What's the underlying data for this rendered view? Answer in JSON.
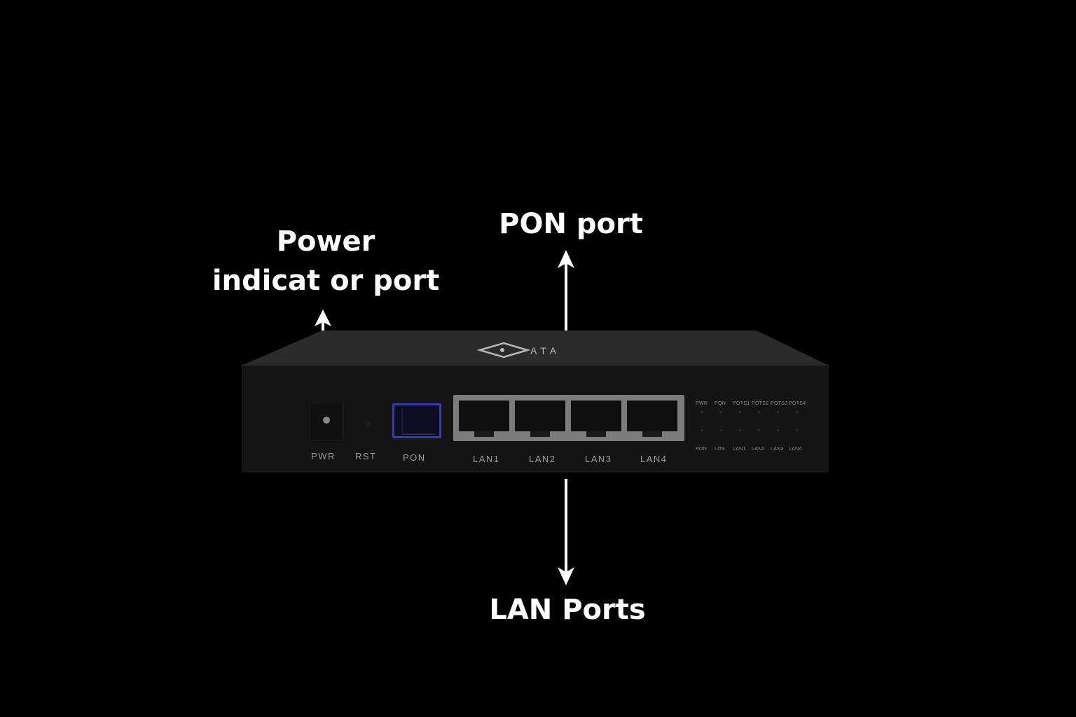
{
  "annotations": {
    "power": {
      "line1": "Power",
      "line2": "indicat or port"
    },
    "pon": "PON port",
    "lan": "LAN Ports"
  },
  "device": {
    "brand_logo": "ATA",
    "port_labels": {
      "pwr": "PWR",
      "rst": "RST",
      "pon": "PON",
      "lan": [
        "LAN1",
        "LAN2",
        "LAN3",
        "LAN4"
      ]
    },
    "led_labels_top": [
      "PWR",
      "PON",
      "POTS1",
      "POTS2",
      "POTS3",
      "POTS4"
    ],
    "led_labels_bottom": [
      "PON",
      "LOS",
      "LAN1",
      "LAN2",
      "LAN3",
      "LAN4"
    ]
  },
  "colors": {
    "background": "#000000",
    "annotation_text": "#ffffff",
    "pon_port_border": "#3c3cb0",
    "device_body": "#141414"
  }
}
